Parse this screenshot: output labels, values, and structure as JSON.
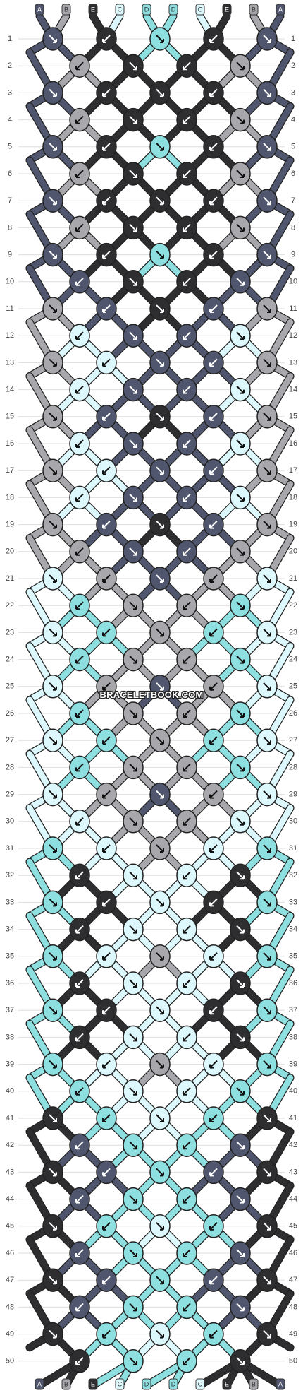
{
  "colors": {
    "A": "#4f566d",
    "B": "#a8a8ac",
    "C": "#dcf8fc",
    "D": "#8ddfe0",
    "E": "#2e2e30",
    "F": "#ffffff"
  },
  "strings": [
    "A",
    "B",
    "E",
    "C",
    "D",
    "D",
    "C",
    "E",
    "B",
    "A"
  ],
  "row_numbers": [
    "1",
    "2",
    "3",
    "4",
    "5",
    "6",
    "7",
    "8",
    "9",
    "10",
    "11",
    "12",
    "13",
    "14",
    "15",
    "16",
    "17",
    "18",
    "19",
    "20",
    "21",
    "22",
    "23",
    "24",
    "25",
    "26",
    "27",
    "28",
    "29",
    "30",
    "31",
    "32",
    "33",
    "34",
    "35",
    "36",
    "37",
    "38",
    "39",
    "40",
    "41",
    "42",
    "43",
    "44",
    "45",
    "46",
    "47",
    "48",
    "49",
    "50"
  ],
  "knot_rows": [
    "AEDEA",
    "BEEB",
    "AEEEA",
    "BEEB",
    "AEDEA",
    "BEEB",
    "AEEEA",
    "BEEB",
    "AEDEA",
    "AEEA",
    "BAEAB",
    "CAAC",
    "BCAAB",
    "CAAC",
    "BAEAB",
    "CAAC",
    "BCAAB",
    "CAAC",
    "BAEAB",
    "BAAB",
    "CBABC",
    "DBBD",
    "CDBDC",
    "DBBD",
    "CBABC",
    "DBBD",
    "CDBDC",
    "DBBD",
    "CBABC",
    "CBBC",
    "DCBCD",
    "ECCE",
    "DECED",
    "ECCE",
    "DCBCD",
    "ECCE",
    "DECED",
    "ECCE",
    "DCBCD",
    "DCCD",
    "EDCDE",
    "ADDA",
    "EADAE",
    "ADDA",
    "EDCDE",
    "ADDA",
    "EADAE",
    "ADDA",
    "EDCDE",
    "EDDE"
  ],
  "watermark": "BRACELETBOOK.COM"
}
